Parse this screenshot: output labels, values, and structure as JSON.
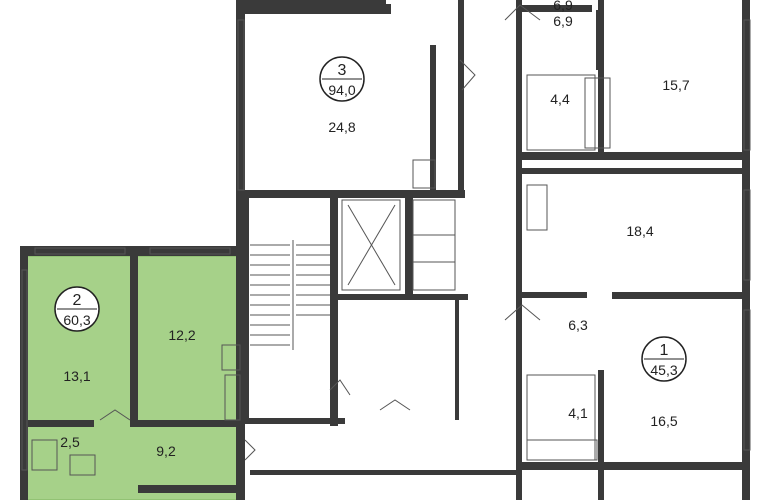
{
  "apartments": [
    {
      "id": "apt-1",
      "number": "1",
      "total_area": "45,3"
    },
    {
      "id": "apt-2",
      "number": "2",
      "total_area": "60,3"
    },
    {
      "id": "apt-3",
      "number": "3",
      "total_area": "94,0"
    }
  ],
  "rooms": {
    "a3_living": "24,8",
    "r_top_hall_1": "6,9",
    "r_top_hall_2": "6,9",
    "r_bath_44": "4,4",
    "r_room_157": "15,7",
    "r_room_184": "18,4",
    "r_hall_63": "6,3",
    "r_bath_41": "4,1",
    "r_room_165": "16,5",
    "a2_room_131": "13,1",
    "a2_room_122": "12,2",
    "a2_bath_25": "2,5",
    "a2_hall_92": "9,2"
  },
  "colors": {
    "highlight_fill": "#a6d189",
    "highlight_stroke": "#7fb35f",
    "wall": "#3a3a3a",
    "thin_line": "#555555"
  }
}
